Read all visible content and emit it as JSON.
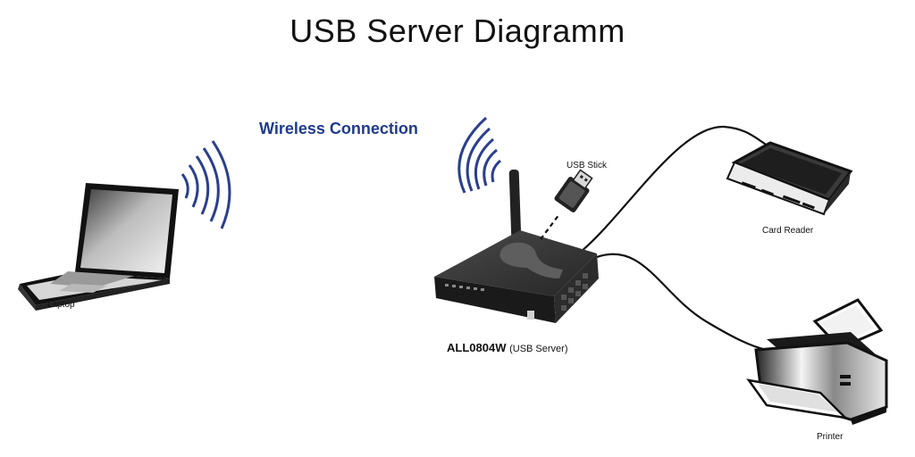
{
  "title": "USB Server Diagramm",
  "wireless_label": "Wireless Connection",
  "devices": {
    "laptop": "Laptop",
    "usb_stick": "USB Stick",
    "card_reader": "Card Reader",
    "printer": "Printer",
    "server_model": "ALL0804W",
    "server_type": "(USB Server)"
  },
  "colors": {
    "wave": "#2a3f8f",
    "device_dark": "#2b2b2b",
    "cable": "#111111",
    "accent_text": "#1f3b8c"
  }
}
